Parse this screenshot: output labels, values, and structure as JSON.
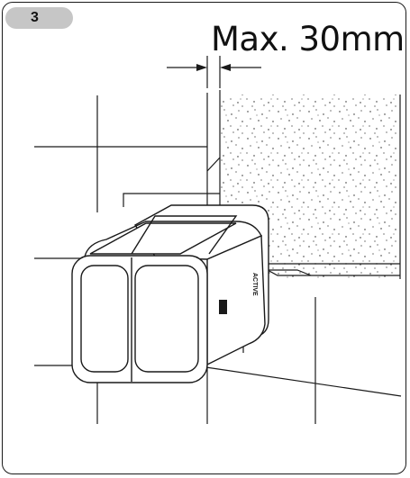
{
  "figure": {
    "step_number": "3",
    "dimension_label": "Max. 30mm",
    "device_text": "ACTIVE"
  },
  "colors": {
    "line": "#1a1a1a",
    "badge_fill": "#c6c6c6",
    "background": "#ffffff"
  }
}
